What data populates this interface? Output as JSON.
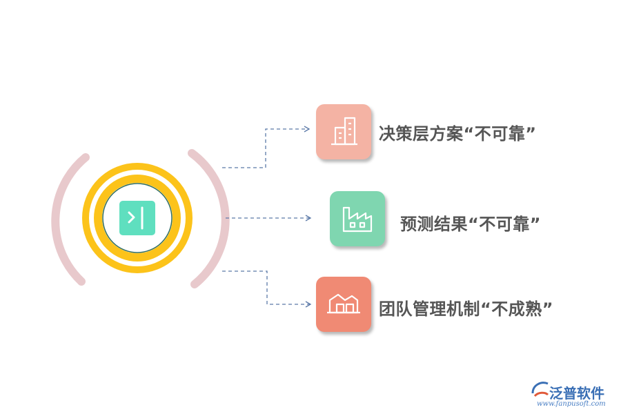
{
  "items": [
    {
      "label": "决策层方案“不可靠”",
      "color": "#f4b3a4",
      "icon": "building-icon"
    },
    {
      "label": "预测结果“不可靠”",
      "color": "#7fd6b0",
      "icon": "factory-icon"
    },
    {
      "label": "团队管理机制“不成熟”",
      "color": "#f08a74",
      "icon": "warehouse-icon"
    }
  ],
  "center": {
    "icon": "panel-collapse-icon",
    "ring_color": "#fcc31a",
    "inner_color": "#5fdfbf",
    "arc_color": "#e8c9cc"
  },
  "logo": {
    "name": "泛普软件",
    "url": "www.fanpusoft.com"
  }
}
